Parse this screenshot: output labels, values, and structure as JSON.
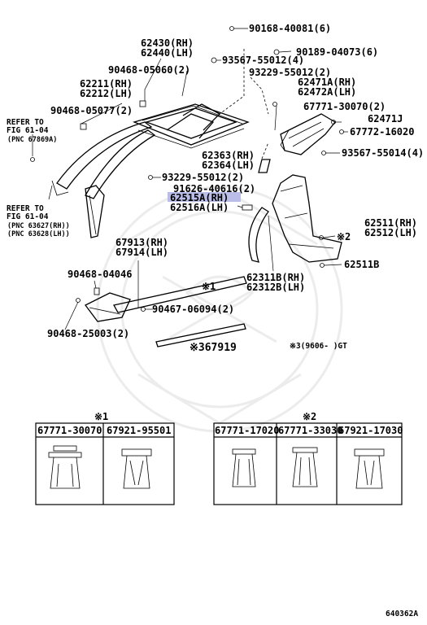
{
  "part_labels": {
    "p90168": "90168-40081(6)",
    "p62430": "62430(RH)",
    "p62440": "62440(LH)",
    "p90189": "90189-04073(6)",
    "p93567a": "93567-55012(4)",
    "p90468_05060": "90468-05060(2)",
    "p93229a": "93229-55012(2)",
    "p62211": "62211(RH)",
    "p62212": "62212(LH)",
    "p62471a": "62471A(RH)",
    "p62472a": "62472A(LH)",
    "p90468_05077": "90468-05077(2)",
    "p67771_30070": "67771-30070(2)",
    "p62471j": "62471J",
    "p67772": "67772-16020",
    "p62363": "62363(RH)",
    "p62364": "62364(LH)",
    "p93567b": "93567-55014(4)",
    "p93229b": "93229-55012(2)",
    "p91626": "91626-40616(2)",
    "p62515a": "62515A(RH)",
    "p62516a": "62516A(LH)",
    "p62511": "62511(RH)",
    "p62512": "62512(LH)",
    "star2": "※2",
    "p62511b": "62511B",
    "p67913": "67913(RH)",
    "p67914": "67914(LH)",
    "p90468_04046": "90468-04046",
    "star1": "※1",
    "p62311b": "62311B(RH)",
    "p62312b": "62312B(LH)",
    "p90467": "90467-06094(2)",
    "p90468_25003": "90468-25003(2)",
    "p67919": "※367919",
    "note3": "※3(9606-    )GT"
  },
  "refer_notes": {
    "ref1_line1": "REFER TO",
    "ref1_line2": "FIG 61-04",
    "ref1_line3": "(PNC 67869A)",
    "ref2_line1": "REFER TO",
    "ref2_line2": "FIG 61-04",
    "ref2_line3": "(PNC 63627(RH))",
    "ref2_line4": "(PNC 63628(LH))"
  },
  "clip_boxes": {
    "group1_title": "※1",
    "group1": [
      "67771-30070",
      "67921-95501"
    ],
    "group2_title": "※2",
    "group2": [
      "67771-17020",
      "67771-33030",
      "67921-17030"
    ]
  },
  "figure_code": "640362A",
  "highlight_color": "#b9bde8"
}
